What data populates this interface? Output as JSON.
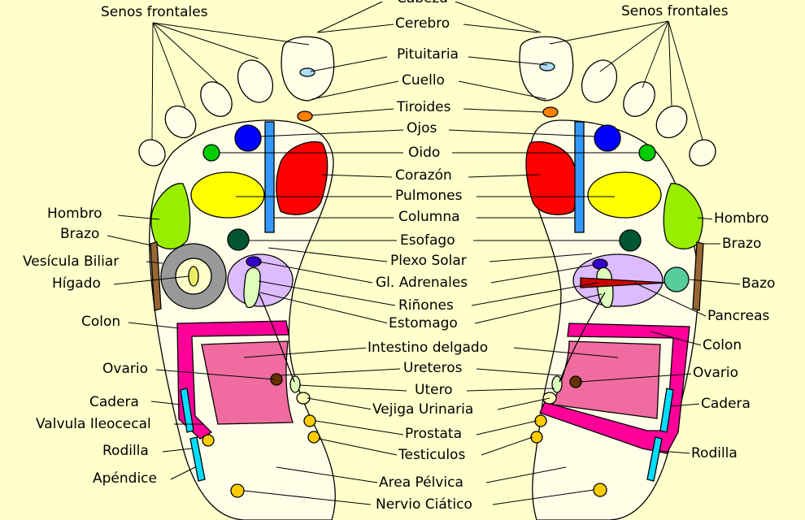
{
  "labels": {
    "cabeza": "Cabeza",
    "senos_left": "Senos frontales",
    "senos_right": "Senos frontales",
    "cerebro": "Cerebro",
    "pituitaria": "Pituitaria",
    "cuello": "Cuello",
    "tiroides": "Tiroides",
    "ojos": "Ojos",
    "oido": "Oido",
    "corazon": "Corazón",
    "pulmones": "Pulmones",
    "columna": "Columna",
    "esofago": "Esofago",
    "plexo": "Plexo Solar",
    "adrenales": "Gl. Adrenales",
    "rinones": "Riñones",
    "estomago": "Estomago",
    "intestino": "Intestino delgado",
    "ureteros": "Ureteros",
    "utero": "Utero",
    "vejiga": "Vejiga Urinaria",
    "prostata": "Prostata",
    "testiculos": "Testiculos",
    "pelvica": "Area Pélvica",
    "ciatico": "Nervio Ciático",
    "hombro_left": "Hombro",
    "brazo_left": "Brazo",
    "vesicula": "Vesícula Biliar",
    "higado": "Hígado",
    "colon_left": "Colon",
    "ovario_left": "Ovario",
    "cadera_left": "Cadera",
    "valvula": "Valvula Ileocecal",
    "rodilla_left": "Rodilla",
    "apendice": "Apéndice",
    "hombro_right": "Hombro",
    "brazo_right": "Brazo",
    "bazo": "Bazo",
    "pancreas": "Pancreas",
    "colon_right": "Colon",
    "ovario_right": "Ovario",
    "cadera_right": "Cadera",
    "rodilla_right": "Rodilla"
  },
  "colors": {
    "background": "#FFFFCC",
    "heart": "#FF0000",
    "lungs": "#FFFF00",
    "liver": "#999999",
    "colon": "#FF0099",
    "small_intestine": "#F06BA0",
    "solar_plexus": "#DDBBFF",
    "eyes": "#0000FF",
    "ears": "#00CC00",
    "thyroid": "#FF7F00",
    "pituitary": "#AADDFF",
    "spine": "#3399FF",
    "shoulder": "#99EE00",
    "esophagus": "#005533",
    "spleen": "#55CC99",
    "prostate": "#FFCC00",
    "ovary": "#663300",
    "knee": "#00DDFF"
  }
}
